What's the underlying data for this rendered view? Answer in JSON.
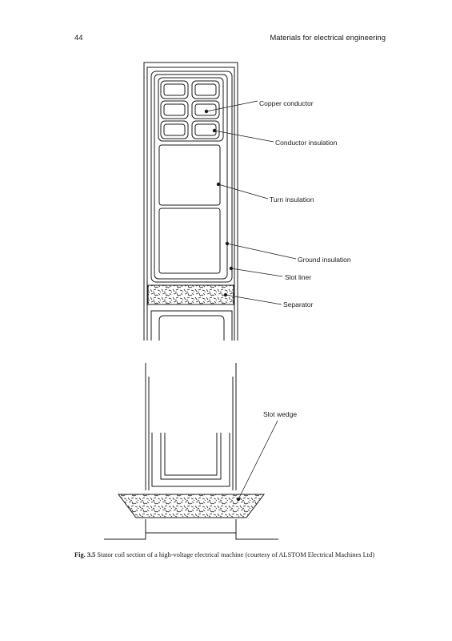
{
  "header": {
    "page_number": "44",
    "running_title": "Materials for electrical engineering"
  },
  "figure": {
    "labels": {
      "copper_conductor": "Copper conductor",
      "conductor_insulation": "Conductor insulation",
      "turn_insulation": "Turn insulation",
      "ground_insulation": "Ground insulation",
      "slot_liner": "Slot liner",
      "separator": "Separator",
      "slot_wedge": "Slot wedge"
    }
  },
  "caption": {
    "number": "Fig. 3.5",
    "text": "Stator coil section of a high-voltage electrical machine (courtesy of ALSTOM Electrical Machines Ltd)"
  }
}
